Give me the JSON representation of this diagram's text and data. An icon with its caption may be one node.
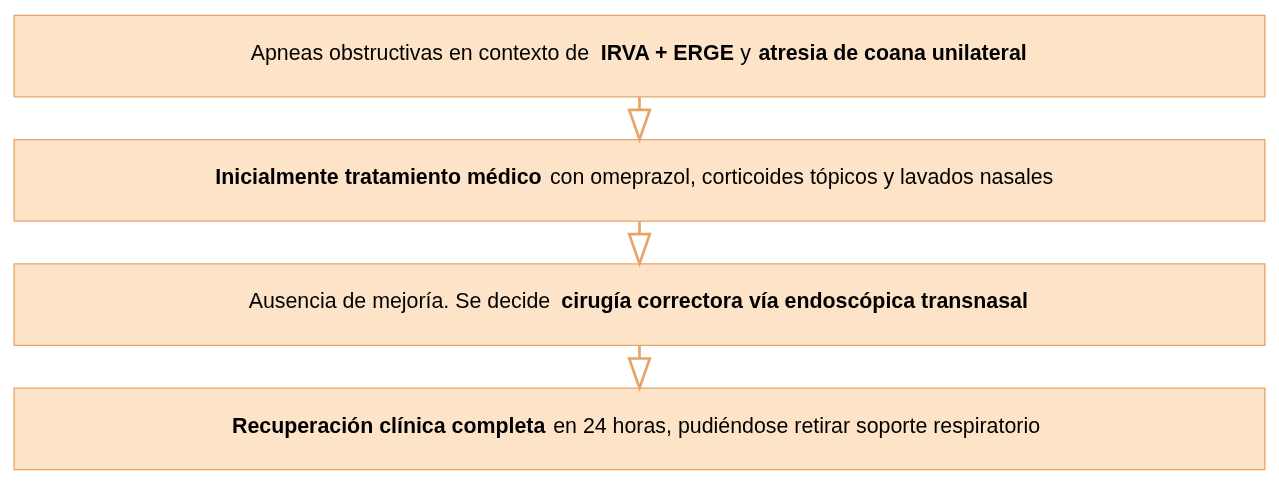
{
  "diagram": {
    "nodes": [
      {
        "text": [
          "Apneas obstructivas en contexto de **IRVA + ERGE** y **atresia de coana unilateral**"
        ]
      },
      {
        "text": [
          "**Inicialmente tratamiento médico** con omeprazol, corticoides tópicos y lavados nasales"
        ]
      },
      {
        "text": [
          "Ausencia de mejoría. Se decide **cirugía correctora vía endoscópica transnasal**"
        ]
      },
      {
        "text": [
          "**Recuperación clínica completa** en 24 horas, pudiéndose retirar soporte respiratorio"
        ]
      }
    ],
    "edges": [
      {
        "from": 0,
        "to": 1,
        "arrow": "to"
      },
      {
        "from": 1,
        "to": 2,
        "arrow": "to"
      },
      {
        "from": 2,
        "to": 3,
        "arrow": "to"
      }
    ]
  }
}
